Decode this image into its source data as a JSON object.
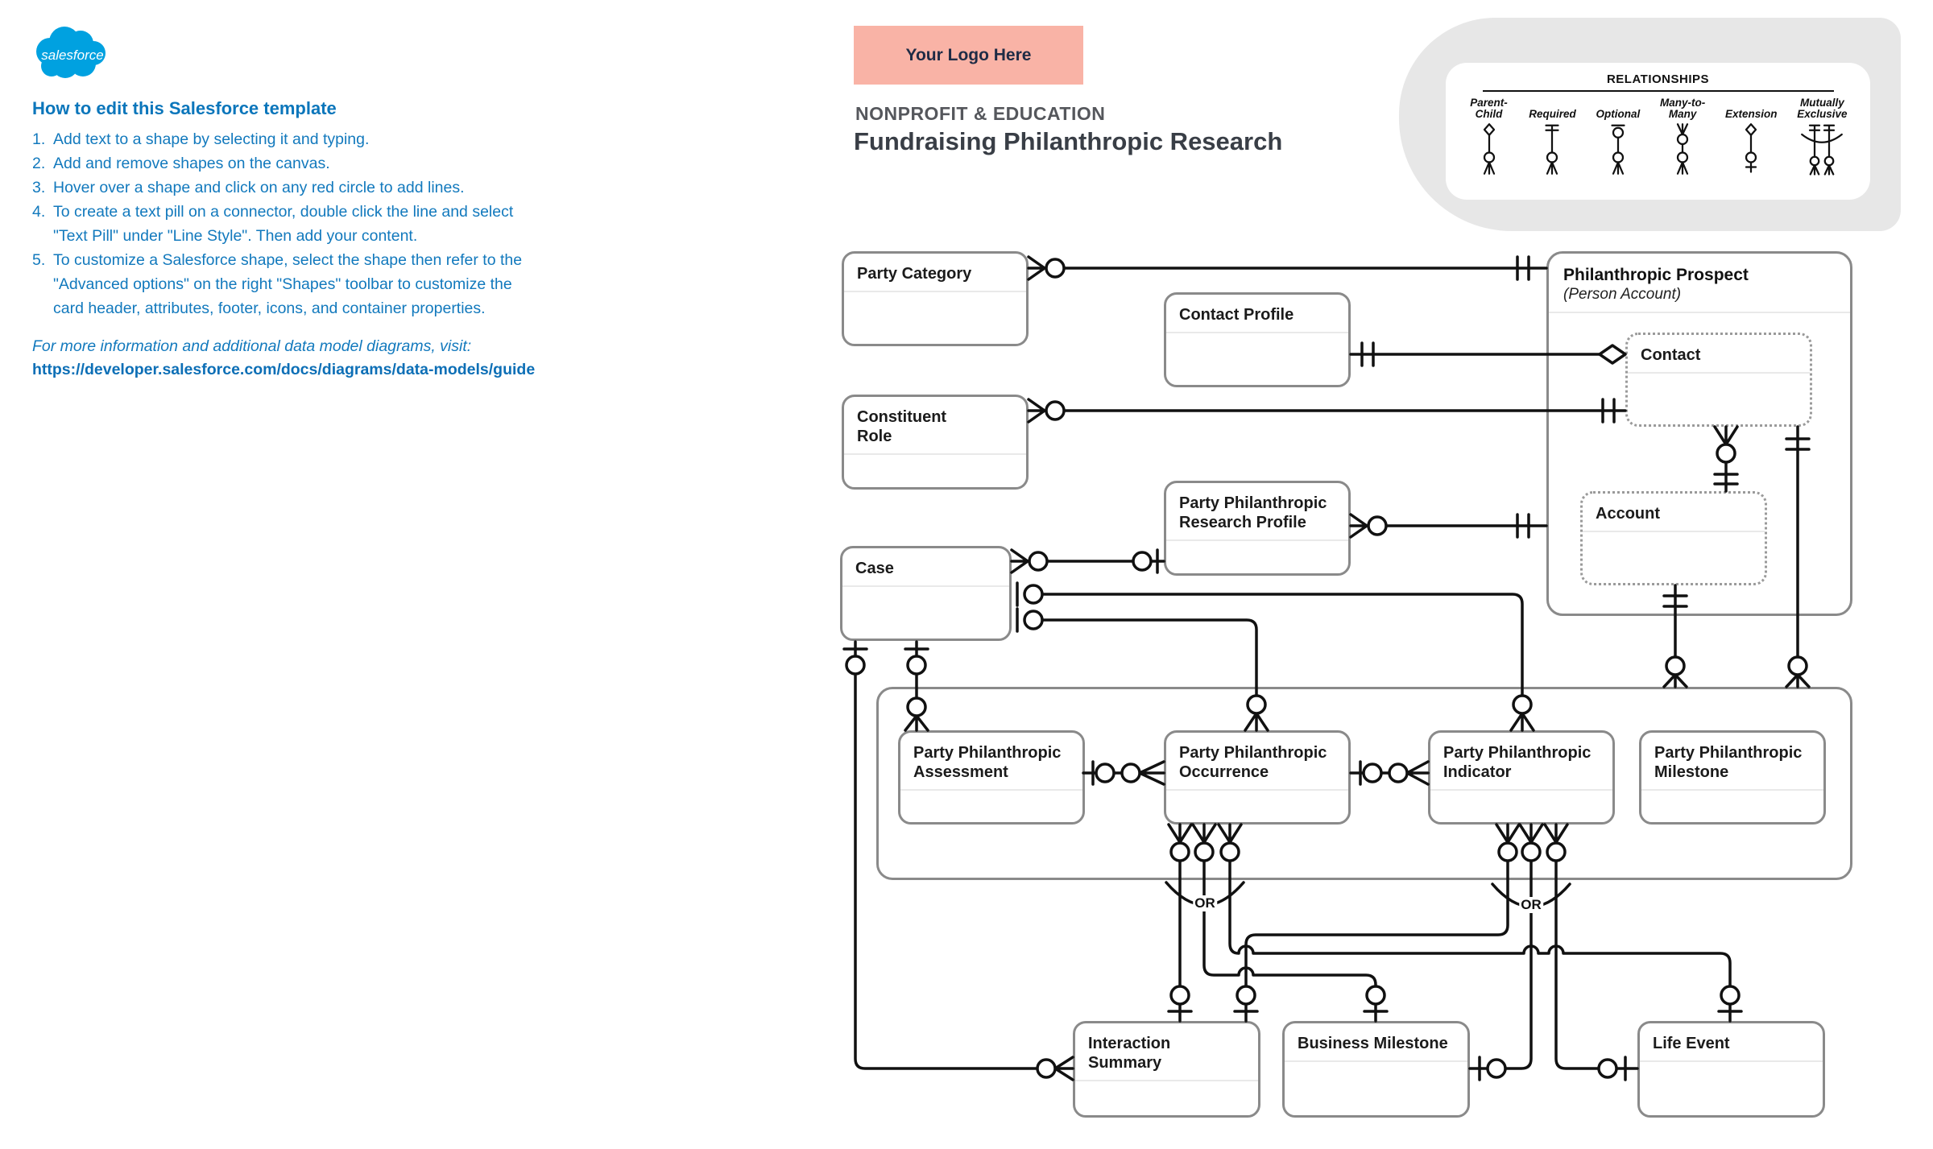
{
  "sidebar": {
    "heading": "How to edit this Salesforce template",
    "steps": [
      {
        "num": "1.",
        "text": "Add text to a shape by selecting it and typing."
      },
      {
        "num": "2.",
        "text": "Add and remove shapes on the canvas."
      },
      {
        "num": "3.",
        "text": "Hover over a shape and click on any red circle to add lines."
      },
      {
        "num": "4.",
        "text": "To create a text pill on a connector, double click the line and select\n\"Text Pill\" under \"Line Style\". Then add your content."
      },
      {
        "num": "5.",
        "text": "To customize a Salesforce shape, select the shape then refer to the\n\"Advanced options\" on the right \"Shapes\" toolbar to customize the\ncard header, attributes, footer, icons, and container properties."
      }
    ],
    "note": "For more information and additional data model diagrams, visit:",
    "link": "https://developer.salesforce.com/docs/diagrams/data-models/guide"
  },
  "header": {
    "logo_text": "salesforce",
    "logo_placeholder": "Your Logo Here",
    "category": "NONPROFIT & EDUCATION",
    "title": "Fundraising Philanthropic Research"
  },
  "legend": {
    "title": "RELATIONSHIPS",
    "items": [
      {
        "label": "Parent-\nChild"
      },
      {
        "label": "Required"
      },
      {
        "label": "Optional"
      },
      {
        "label": "Many-to-\nMany"
      },
      {
        "label": "Extension"
      },
      {
        "label": "Mutually\nExclusive"
      }
    ]
  },
  "entities": {
    "party_category": "Party Category",
    "contact_profile": "Contact Profile",
    "constituent_role": "Constituent\nRole",
    "research_profile": "Party Philanthropic\nResearch Profile",
    "case": "Case",
    "prospect_title": "Philanthropic Prospect",
    "prospect_subtitle": "(Person Account)",
    "contact": "Contact",
    "account": "Account",
    "assessment": "Party Philanthropic\nAssessment",
    "occurrence": "Party Philanthropic\nOccurrence",
    "indicator": "Party Philanthropic\nIndicator",
    "milestone": "Party Philanthropic\nMilestone",
    "interaction_summary": "Interaction\nSummary",
    "business_milestone": "Business Milestone",
    "life_event": "Life Event"
  },
  "annotations": {
    "or_left": "OR",
    "or_right": "OR"
  },
  "colors": {
    "accent_blue": "#1279BD",
    "logo_blue": "#00A1E0",
    "logo_placeholder_bg": "#F9B3A6",
    "category_gray": "#55575C",
    "title_dark": "#393E46",
    "box_border": "#8A8A8A",
    "legend_bg": "#E7E7E7",
    "wire": "#111111"
  }
}
